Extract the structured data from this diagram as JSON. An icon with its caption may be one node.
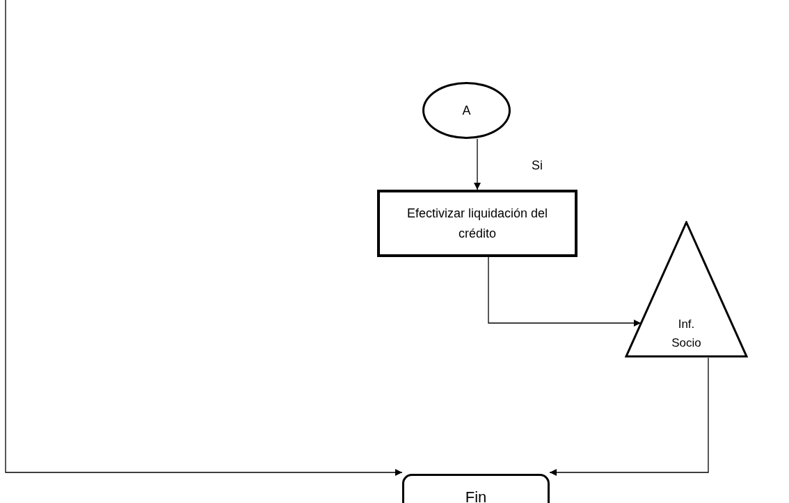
{
  "diagram": {
    "nodes": [
      {
        "text": [
          "A"
        ]
      },
      {
        "text": [
          "Efectivizar liquidación del crédito"
        ]
      },
      {
        "text": [
          "Inf. Socio"
        ]
      },
      {
        "text": [
          "Fin"
        ]
      }
    ],
    "edges": [
      {
        "from": 0,
        "to": 1,
        "arrow": "to",
        "label": "Si"
      },
      {
        "from": 1,
        "to": 2,
        "arrow": "to"
      },
      {
        "from": 2,
        "to": 3,
        "arrow": "to"
      },
      {
        "from": null,
        "to": 3,
        "arrow": "to"
      }
    ]
  }
}
